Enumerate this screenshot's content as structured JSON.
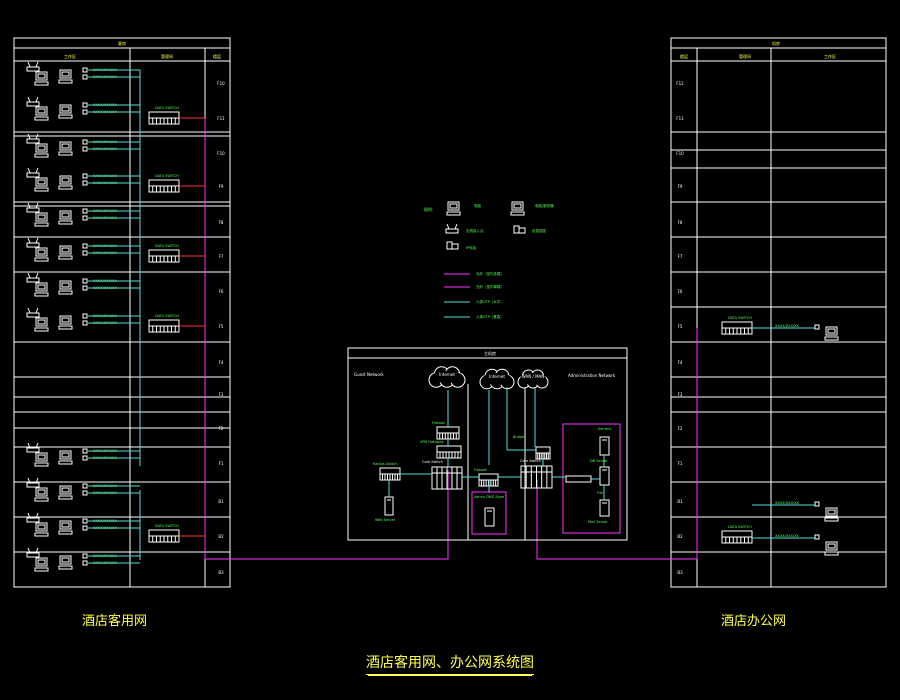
{
  "title": "酒店客用网、办公网系统图",
  "guest_network": {
    "caption": "酒店客用网",
    "header": "客房",
    "columns": [
      "工作区",
      "管理间",
      "楼层"
    ],
    "floors": [
      "F10",
      "F11",
      "F10",
      "F9",
      "F8",
      "F7",
      "F6",
      "F5",
      "F4",
      "F3",
      "F2",
      "F1",
      "B1",
      "B2",
      "B3"
    ],
    "port_label": "XXXX/XXX/XX"
  },
  "office_network": {
    "caption": "酒店办公网",
    "header": "机房",
    "columns": [
      "楼层",
      "管理间",
      "工作区"
    ],
    "floors": [
      "F12",
      "F11",
      "F10",
      "F9",
      "F8",
      "F7",
      "F6",
      "F5",
      "F4",
      "F3",
      "F2",
      "F1",
      "B1",
      "B2",
      "B3"
    ]
  },
  "legend": {
    "label": "图例:",
    "items": [
      "电脑",
      "电脑/服务器",
      "无线接入点",
      "信息插座",
      "IP电话"
    ],
    "lines": [
      "光纤（室内多模）",
      "光纤（室内单模）",
      "六类UTP（水平）",
      "六类UTP（垂直）"
    ]
  },
  "data_center": {
    "label": "主机房",
    "zones": [
      "Guest Network",
      "Internet",
      "WAN / MAN",
      "Administration Network"
    ],
    "devices": [
      "Firewall",
      "VPN Gateway",
      "Firewall",
      "Bridge",
      "Radius Switch",
      "Web Server",
      "Core Switch",
      "Core Switch",
      "Admin DMZ Zone",
      "Servers",
      "DB Server",
      "File",
      "Mail Server"
    ]
  }
}
